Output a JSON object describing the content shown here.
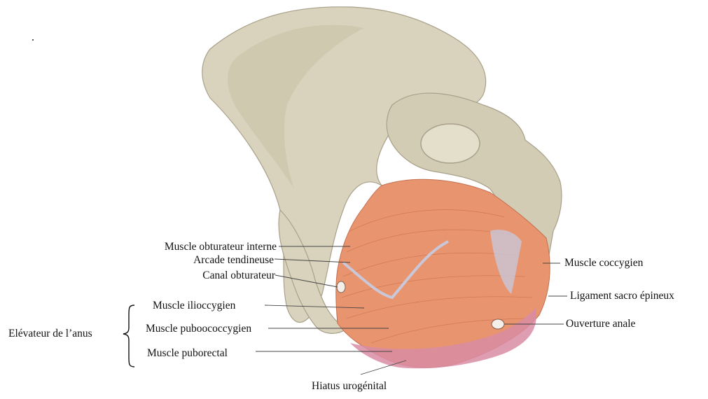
{
  "figure": {
    "labels": {
      "obturateur_interne": "Muscle obturateur interne",
      "arcade_tendineuse": "Arcade tendineuse",
      "canal_obturateur": "Canal obturateur",
      "ilioccygien": "Muscle ilioccygien",
      "pubococcygien": "Muscle puboococcygien",
      "puborectal": "Muscle puborectal",
      "elevateur": "Elévateur de l’anus",
      "coccygien": "Muscle coccygien",
      "ligament": "Ligament sacro épineux",
      "ouverture": "Ouverture anale",
      "hiatus": "Hiatus urogénital"
    },
    "colors": {
      "bone": "#d9d3bd",
      "bone_shadow": "#b9b29a",
      "muscle": "#e8946e",
      "muscle_dark": "#d9785a",
      "fascia": "#c9c7d8",
      "perineal": "#d98ca4",
      "leader": "#444444"
    }
  }
}
